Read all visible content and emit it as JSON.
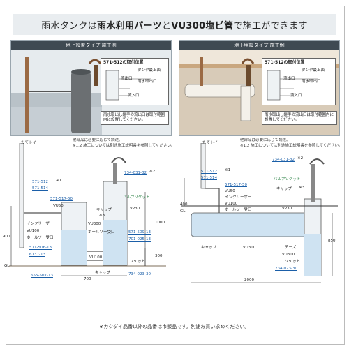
{
  "banner": {
    "part1": "雨水タンクは",
    "part2": "雨水利用パーツ",
    "part3": "と",
    "part4": "VU300塩ビ管",
    "part5": "で施工ができます"
  },
  "left": {
    "title": "地上設置タイプ 施工例",
    "callout_head": "571-512の取付位置",
    "callout_items": [
      "タンク最上面",
      "流出口",
      "雨水取出口",
      "流入口"
    ],
    "note": "雨水取出し継手の流出口は取付範囲内に設置してください。",
    "footnote1": "他部品は必要に応じて調達。",
    "footnote2": "※1.2 施工については別途施工説明書を参照してください。",
    "labels": {
      "tateoi": "たてトイ",
      "p512": "571-512",
      "p512_mark": "※1",
      "p514": "571-514",
      "p517": "571-517-50",
      "vu50": "VU50",
      "increaser": "インクリーザー",
      "vu100": "VU100",
      "hose": "ホールソー受口",
      "p506": "571-506-13",
      "p6137": "6137-13",
      "p655": "655-507-13",
      "cap": "キャップ",
      "cap_mark": "※3",
      "p734": "734-031-32",
      "p734_mark": "※2",
      "valve": "バルブソケット",
      "vp30": "VP30",
      "vu300": "VU300",
      "p509": "571-509-13",
      "p701": "701-025-13",
      "socket": "ソケット",
      "p734b": "734-023-30",
      "d900": "900",
      "d1000": "1000",
      "d300": "300",
      "d700": "700",
      "gl": "GL",
      "cap_bottom": "キャップ"
    }
  },
  "right": {
    "title": "地下埋設タイプ 施工例",
    "callout_head": "571-512の取付位置",
    "callout_items": [
      "タンク最上面",
      "流出口",
      "雨水取出口",
      "流入口"
    ],
    "note": "雨水取出し継手の流出口は取付範囲内に設置してください。",
    "footnote1": "他部品は必要に応じて調達。",
    "footnote2": "※1.2 施工については別途施工説明書を参照してください。",
    "labels": {
      "tateoi": "たてトイ",
      "p512": "571-512",
      "p512_mark": "※1",
      "p514": "571-514",
      "p517": "571-517-50",
      "vu50": "VU50",
      "increaser": "インクリーザー",
      "vu100": "VU100",
      "hose": "ホールソー受口",
      "vp30": "VP30",
      "p734": "734-031-32",
      "p734_mark": "※2",
      "valve": "バルブソケット",
      "cap": "キャップ",
      "cap_mark": "※3",
      "cap_bottom": "キャップ",
      "vu300": "VU300",
      "cheese": "チーズ",
      "vu300b": "VU300",
      "socket": "ソケット",
      "p734b": "734-023-30",
      "d400": "400",
      "d850": "850",
      "d2000": "2000",
      "gl": "GL"
    }
  },
  "bottom_note": "※カクダイ品番以外の品番は市販品です。別途お買い求めください。",
  "colors": {
    "water": "#cfe3f2",
    "panel": "#dde3e8",
    "pipe": "#6a6f73",
    "ground": "#c9a77f"
  }
}
